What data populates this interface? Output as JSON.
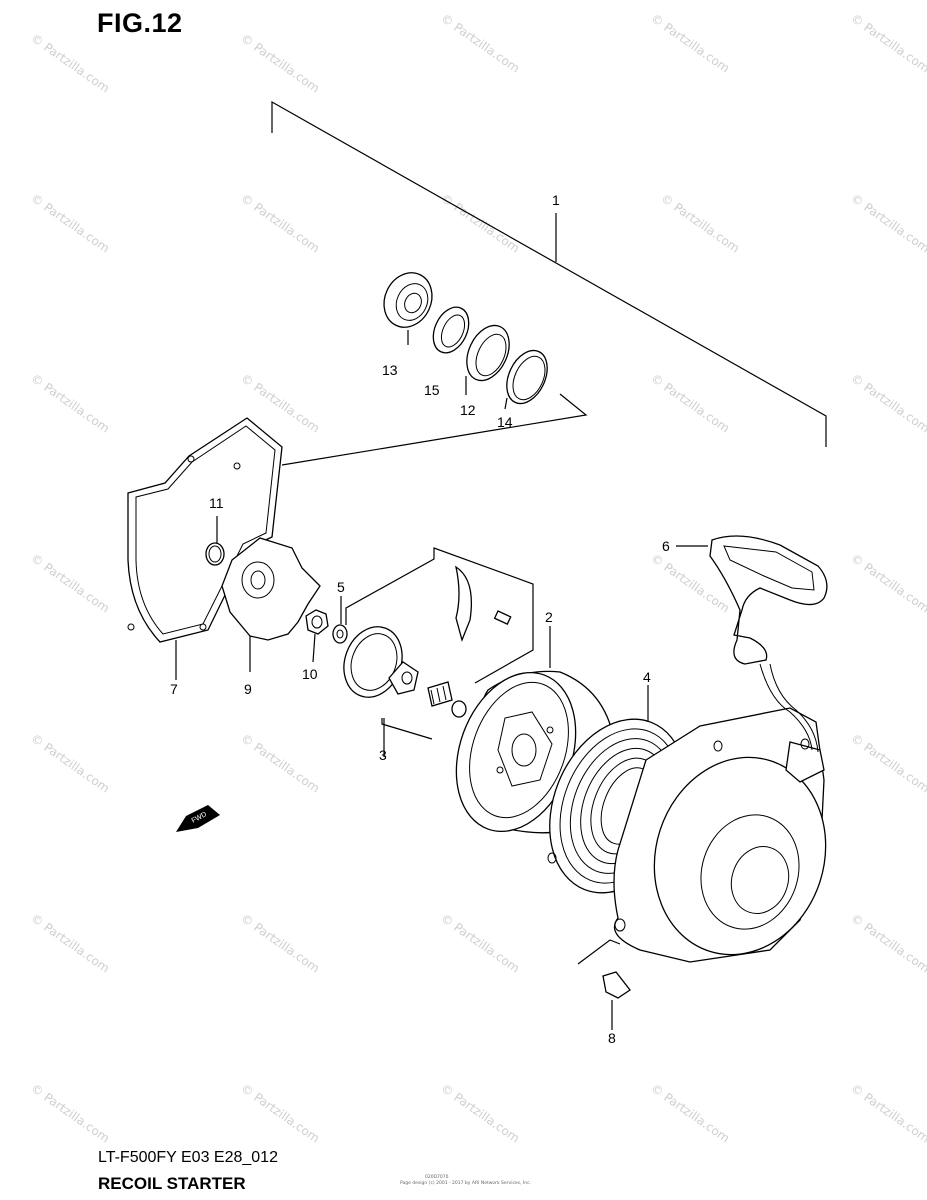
{
  "figure_label": "FIG.12",
  "footer": {
    "model_code": "LT-F500FY E03 E28_012",
    "section_title": "RECOIL STARTER",
    "page_code": "020D7070",
    "copyright": "Page design (c) 2001 - 2017 by ARI Network Services, Inc."
  },
  "fwd_label": "FWD",
  "watermark": "© Partzilla.com",
  "callouts": {
    "p1": "1",
    "p2": "2",
    "p3": "3",
    "p4": "4",
    "p5": "5",
    "p6": "6",
    "p7": "7",
    "p8": "8",
    "p9": "9",
    "p10": "10",
    "p11": "11",
    "p12": "12",
    "p13": "13",
    "p14": "14",
    "p15": "15"
  }
}
